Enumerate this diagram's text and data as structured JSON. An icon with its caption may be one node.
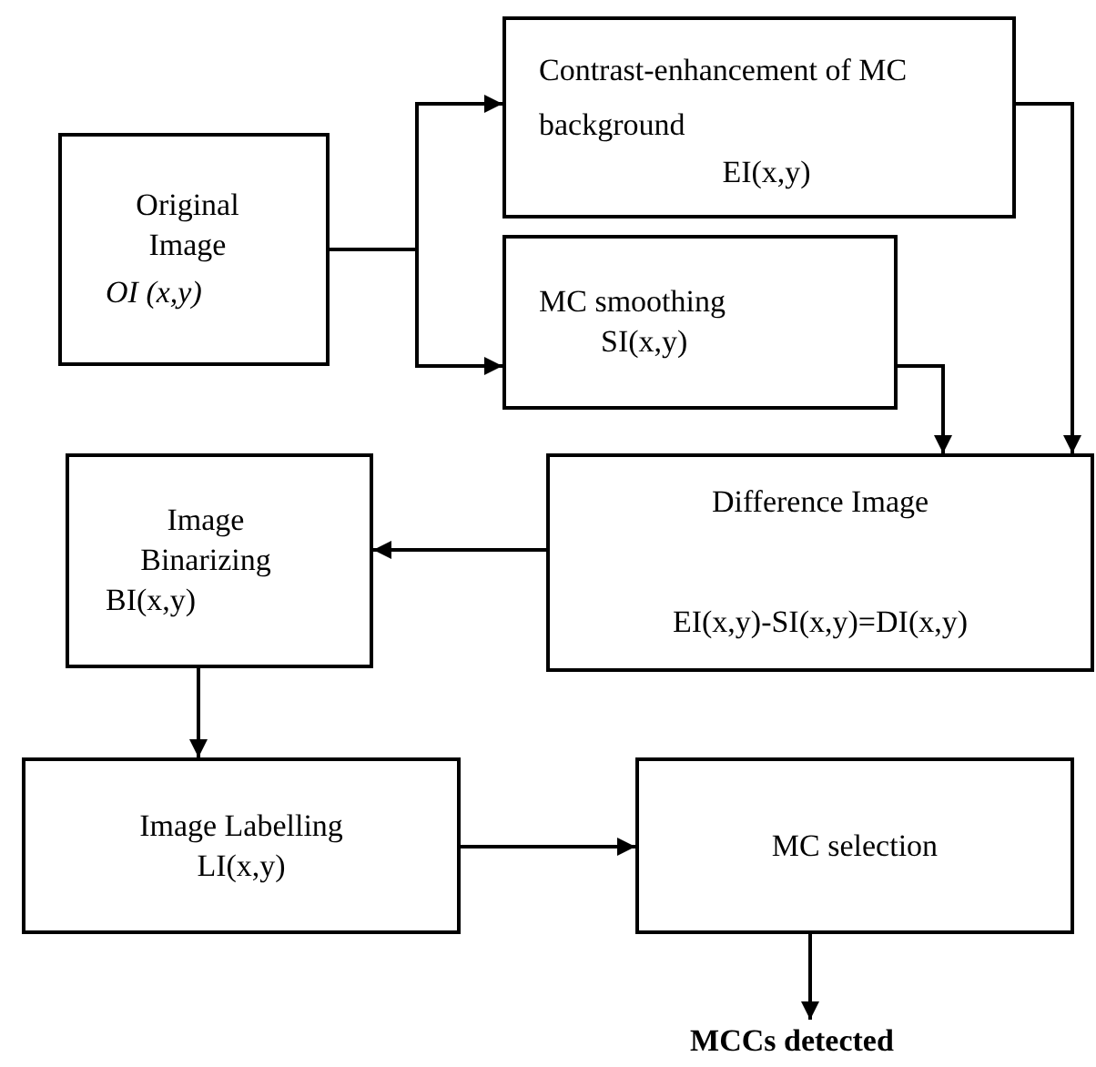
{
  "diagram": {
    "nodes": [
      {
        "text": [
          "Original Image",
          "*OI (x,y)*"
        ]
      },
      {
        "text": [
          "Contrast-enhancement of MC background",
          "EI(x,y)"
        ]
      },
      {
        "text": [
          "MC smoothing",
          "SI(x,y)"
        ]
      },
      {
        "text": [
          "Difference Image",
          "EI(x,y)-SI(x,y)=DI(x,y)"
        ]
      },
      {
        "text": [
          "Image Binarizing",
          "BI(x,y)"
        ]
      },
      {
        "text": [
          "Image Labelling",
          "LI(x,y)"
        ]
      },
      {
        "text": [
          "MC selection"
        ]
      },
      {
        "text": [
          "MCCs detected"
        ]
      }
    ],
    "edges": [
      {
        "from": 0,
        "to": 1,
        "arrow": "to"
      },
      {
        "from": 0,
        "to": 2,
        "arrow": "to"
      },
      {
        "from": 1,
        "to": 3,
        "arrow": "to"
      },
      {
        "from": 2,
        "to": 3,
        "arrow": "to"
      },
      {
        "from": 3,
        "to": 4,
        "arrow": "to"
      },
      {
        "from": 4,
        "to": 5,
        "arrow": "to"
      },
      {
        "from": 5,
        "to": 6,
        "arrow": "to"
      },
      {
        "from": 6,
        "to": 7,
        "arrow": "to"
      }
    ]
  }
}
